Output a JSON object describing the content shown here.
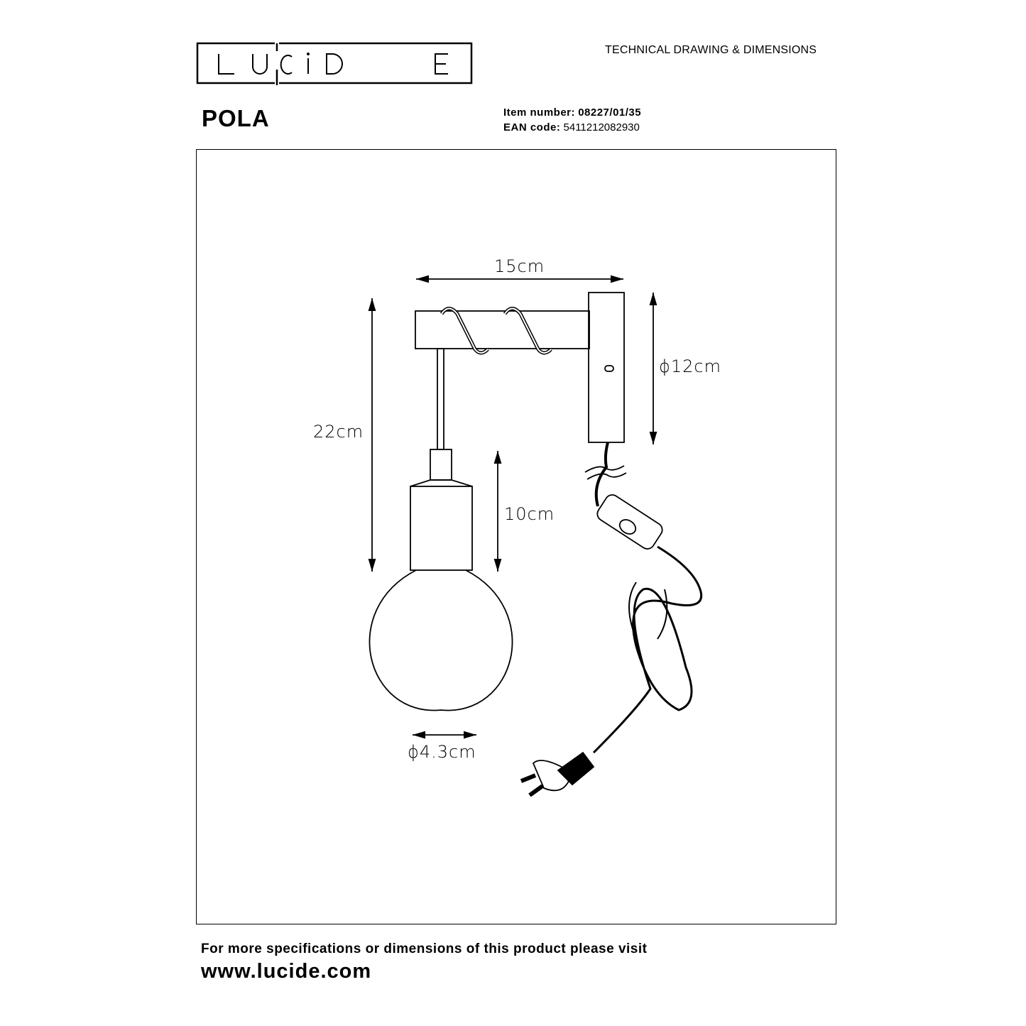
{
  "header": {
    "logo_text": "LUCiDE",
    "doc_type": "TECHNICAL DRAWING & DIMENSIONS"
  },
  "product": {
    "name": "POLA",
    "item_label": "Item number:",
    "item_number": "08227/01/35",
    "ean_label": "EAN code:",
    "ean_code": "5411212082930"
  },
  "dimensions": {
    "arm_length": "15cm",
    "backplate": "ϕ12cm",
    "total_height": "22cm",
    "socket_height": "10cm",
    "bulb_diameter": "ϕ4.3cm"
  },
  "footer": {
    "note": "For more specifications or dimensions of this product please visit",
    "url": "www.lucide.com"
  }
}
